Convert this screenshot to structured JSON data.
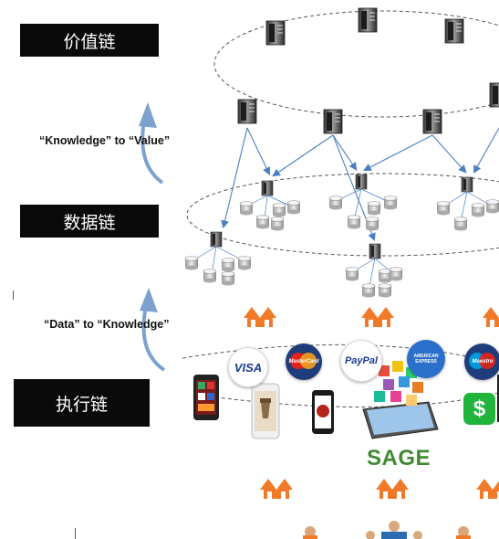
{
  "layers": {
    "value_chain": "价值链",
    "data_chain": "数据链",
    "execution_chain": "执行链"
  },
  "flows": {
    "knowledge_to_value": "“Knowledge” to “Value”",
    "data_to_knowledge": "“Data” to “Knowledge”"
  },
  "brands": {
    "visa": "VISA",
    "mastercard": "MasterCard",
    "paypal": "PayPal",
    "amex": "AMERICAN EXPRESS",
    "maestro": "Maestro",
    "sage": "SAGE",
    "cash_app": "$"
  },
  "colors": {
    "arrow_blue": "#4a7fc1",
    "house_orange": "#f07a28",
    "sage_green": "#3f8a32",
    "cash_green": "#20b53a"
  },
  "icons": [
    "server-icon",
    "database-icon",
    "house-icon",
    "phone-icon",
    "tablet-icon",
    "person-icon"
  ]
}
